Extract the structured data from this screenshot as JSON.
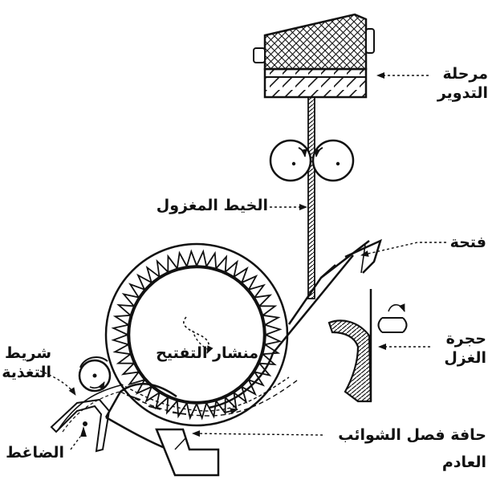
{
  "labels": {
    "twisting_stage": [
      "مرحلة",
      "التدوير"
    ],
    "spun_yarn": "الخيط المغزول",
    "opening": "فتحة",
    "spinning_chamber": [
      "حجرة",
      "الغزل"
    ],
    "opening_saw": "منشار التفتيح",
    "feed_strip": [
      "شريط",
      "التغذية"
    ],
    "presser": "الضاغط",
    "trash_separation_edge": "حافة فصل الشوائب",
    "waste": "العادم"
  },
  "colors": {
    "ink": "#111111",
    "background": "#ffffff"
  }
}
